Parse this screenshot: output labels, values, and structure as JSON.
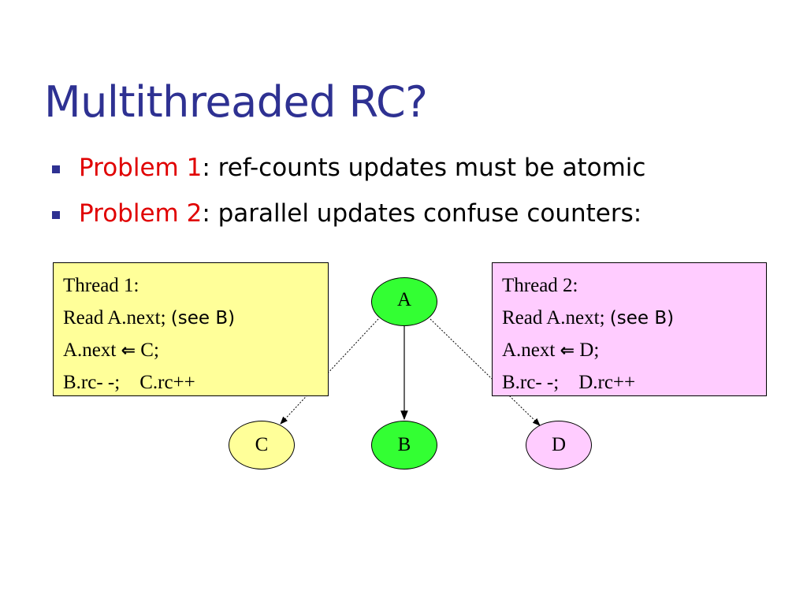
{
  "title": "Multithreaded RC?",
  "bullets": [
    {
      "label": "Problem 1",
      "text": ":  ref-counts updates must be atomic"
    },
    {
      "label": "Problem 2",
      "text": ": parallel updates confuse counters:"
    }
  ],
  "thread1": {
    "line1": "Thread 1:",
    "line2_a": "Read A.next; ",
    "line2_b": "(see B)",
    "line3_a": "A.next ",
    "line3_arrow": "⇐",
    "line3_b": " C;",
    "line4": "B.rc- -;    C.rc++"
  },
  "thread2": {
    "line1": "Thread 2:",
    "line2_a": "Read A.next; ",
    "line2_b": "(see B)",
    "line3_a": "A.next ",
    "line3_arrow": "⇐",
    "line3_b": " D;",
    "line4": "B.rc- -;    D.rc++"
  },
  "nodes": {
    "a": "A",
    "b": "B",
    "c": "C",
    "d": "D"
  },
  "colors": {
    "title": "#2e3192",
    "problem_label": "#e00000",
    "thread1_bg": "#ffff99",
    "thread2_bg": "#ffccff",
    "node_green": "#33ff33"
  }
}
